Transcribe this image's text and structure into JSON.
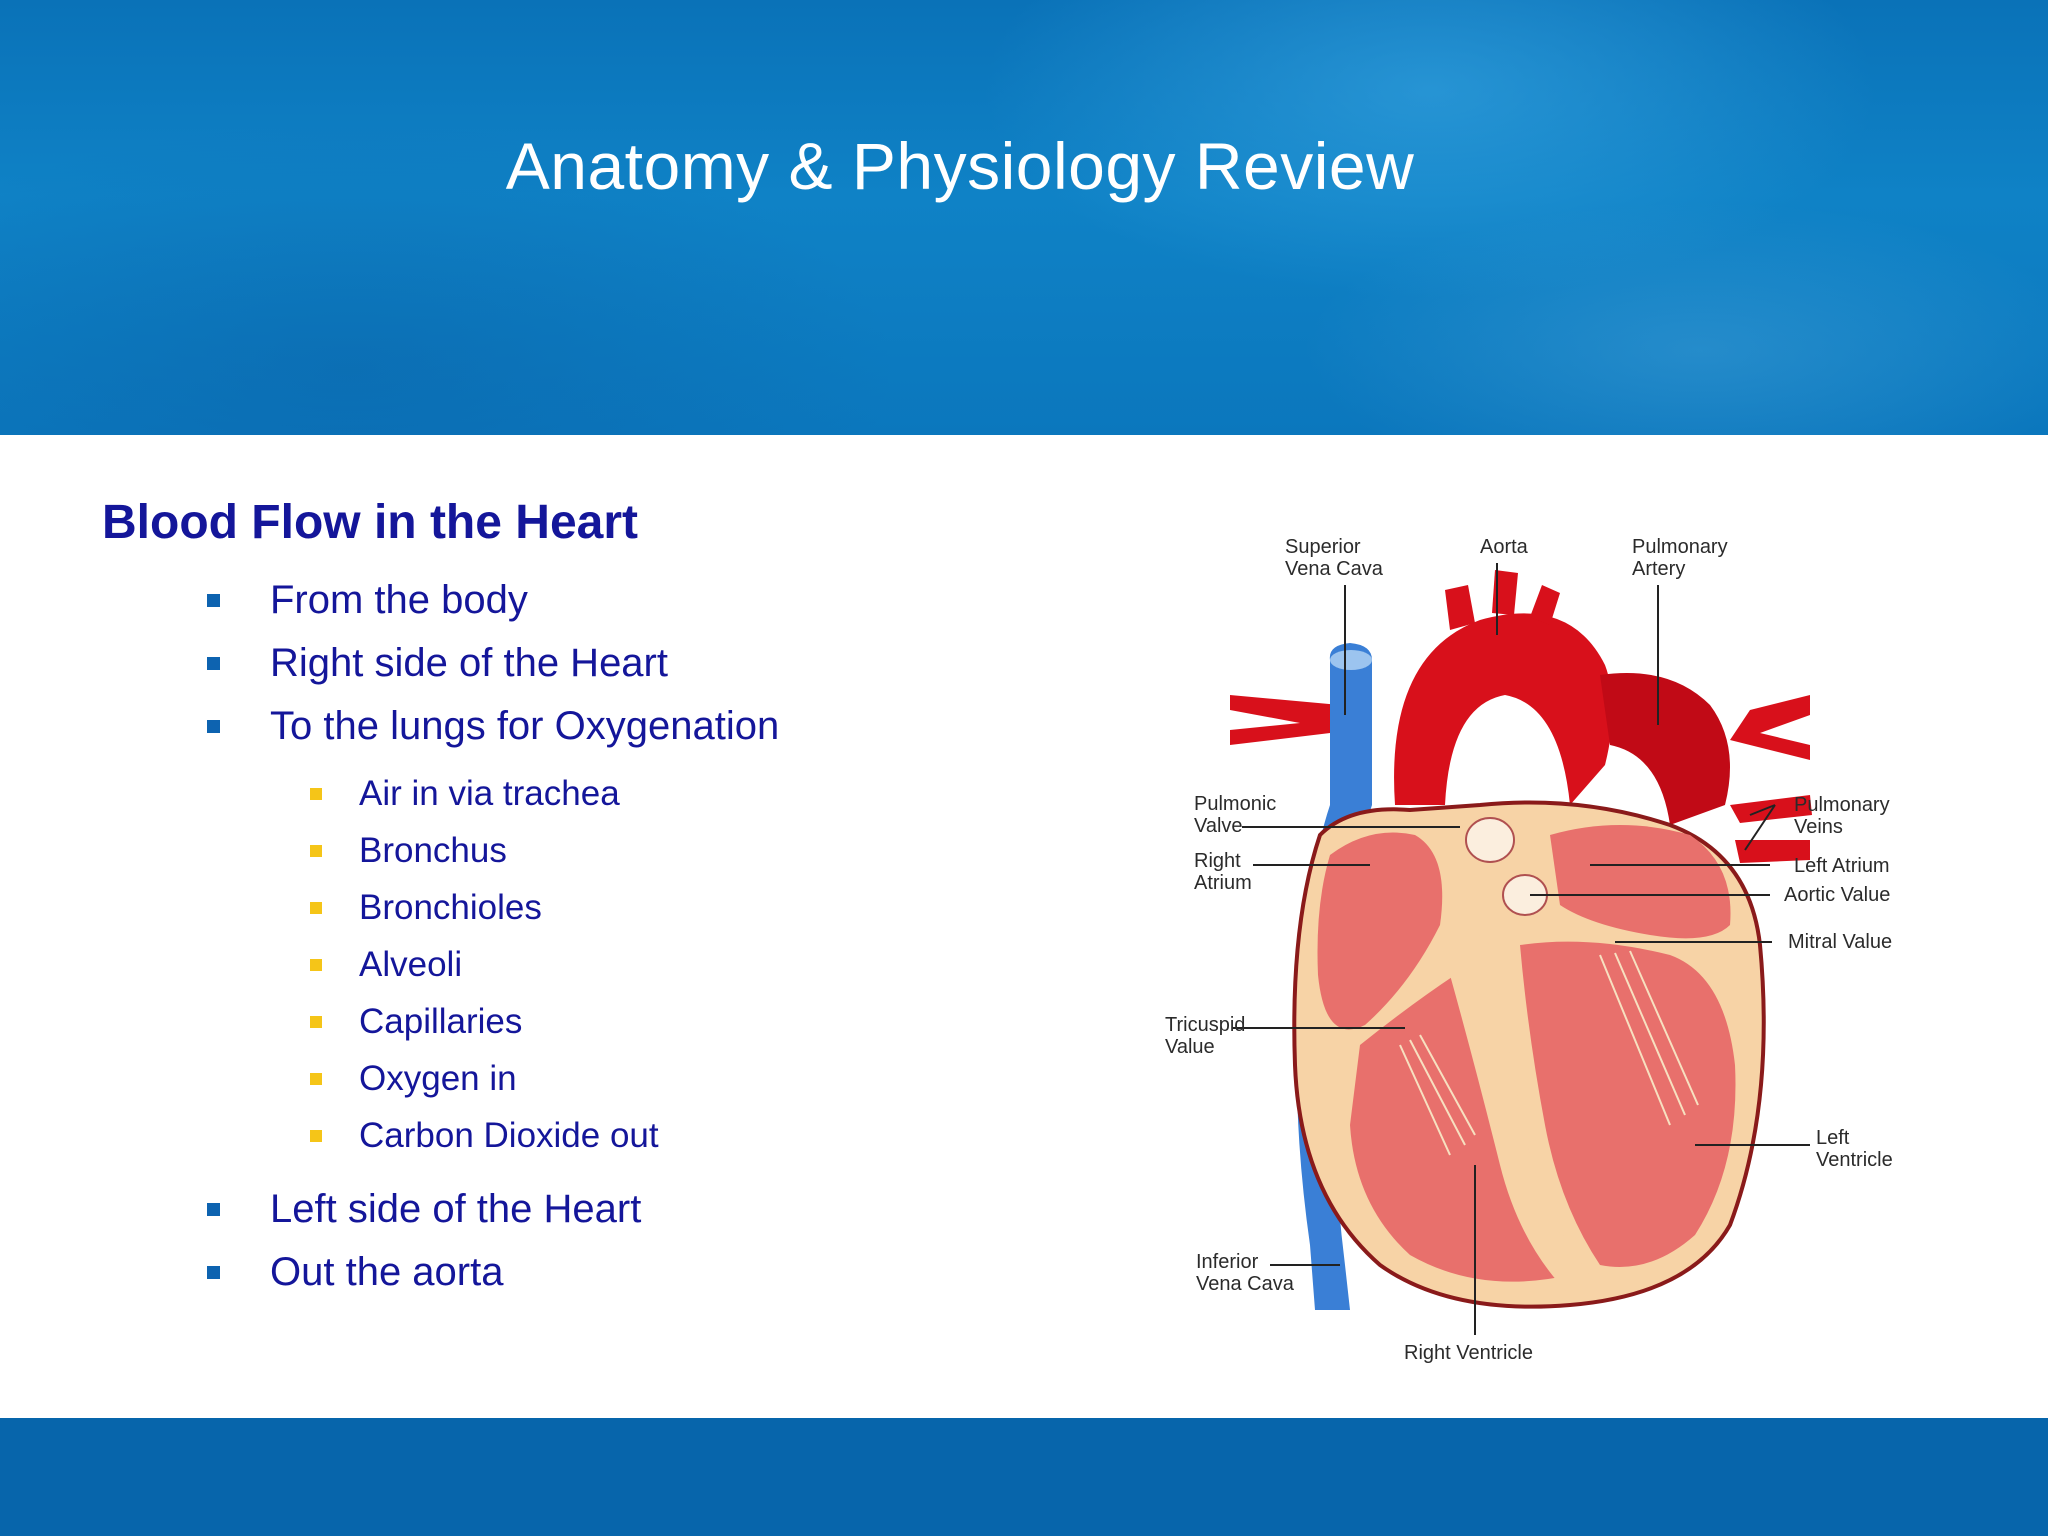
{
  "slide": {
    "title": "Anatomy & Physiology Review"
  },
  "section": {
    "heading": "Blood Flow in the Heart"
  },
  "bullets": {
    "top": [
      "From the body",
      "Right side of the Heart",
      "To the lungs for Oxygenation"
    ],
    "sub": [
      "Air in via trachea",
      "Bronchus",
      "Bronchioles",
      "Alveoli",
      "Capillaries",
      "Oxygen in",
      "Carbon Dioxide out"
    ],
    "bottom": [
      "Left side of the Heart",
      "Out the aorta"
    ]
  },
  "diagram": {
    "labels": {
      "superior_vena_cava_1": "Superior",
      "superior_vena_cava_2": "Vena Cava",
      "aorta": "Aorta",
      "pulmonary_artery_1": "Pulmonary",
      "pulmonary_artery_2": "Artery",
      "pulmonic_valve_1": "Pulmonic",
      "pulmonic_valve_2": "Valve",
      "right_atrium_1": "Right",
      "right_atrium_2": "Atrium",
      "pulmonary_veins_1": "Pulmonary",
      "pulmonary_veins_2": "Veins",
      "left_atrium": "Left Atrium",
      "aortic_valve": "Aortic Value",
      "mitral_valve": "Mitral Value",
      "tricuspid_valve_1": "Tricuspid",
      "tricuspid_valve_2": "Value",
      "left_ventricle_1": "Left",
      "left_ventricle_2": "Ventricle",
      "inferior_vena_cava_1": "Inferior",
      "inferior_vena_cava_2": "Vena Cava",
      "right_ventricle": "Right Ventricle"
    }
  },
  "colors": {
    "header": "#0b77bd",
    "footer": "#0765ab",
    "heading_text": "#14169a",
    "bullet_level1": "#0d63b0",
    "bullet_level2": "#f5c518",
    "artery_red": "#d8101b",
    "vein_blue": "#3a7fd6",
    "muscle_pink": "#e8706c",
    "wall_peach": "#f7d3a6"
  }
}
